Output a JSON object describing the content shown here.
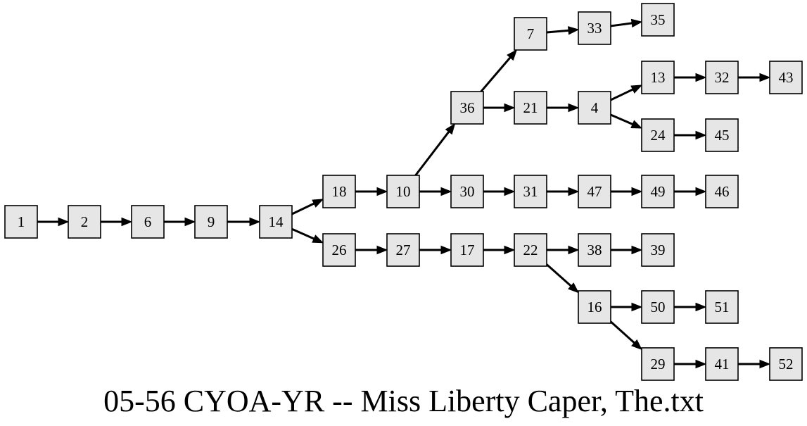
{
  "title": "05-56 CYOA-YR -- Miss Liberty Caper, The.txt",
  "colors": {
    "node_fill": "#e6e6e6",
    "stroke": "#000000",
    "background": "#ffffff"
  },
  "nodes": [
    "1",
    "2",
    "6",
    "9",
    "14",
    "18",
    "26",
    "10",
    "27",
    "36",
    "30",
    "17",
    "7",
    "21",
    "31",
    "22",
    "33",
    "4",
    "47",
    "38",
    "16",
    "35",
    "13",
    "24",
    "49",
    "39",
    "50",
    "29",
    "32",
    "45",
    "46",
    "51",
    "41",
    "43",
    "52"
  ],
  "edges": [
    [
      "1",
      "2"
    ],
    [
      "2",
      "6"
    ],
    [
      "6",
      "9"
    ],
    [
      "9",
      "14"
    ],
    [
      "14",
      "18"
    ],
    [
      "14",
      "26"
    ],
    [
      "18",
      "10"
    ],
    [
      "10",
      "36"
    ],
    [
      "10",
      "30"
    ],
    [
      "36",
      "7"
    ],
    [
      "36",
      "21"
    ],
    [
      "7",
      "33"
    ],
    [
      "33",
      "35"
    ],
    [
      "21",
      "4"
    ],
    [
      "4",
      "13"
    ],
    [
      "4",
      "24"
    ],
    [
      "13",
      "32"
    ],
    [
      "32",
      "43"
    ],
    [
      "24",
      "45"
    ],
    [
      "30",
      "31"
    ],
    [
      "31",
      "47"
    ],
    [
      "47",
      "49"
    ],
    [
      "49",
      "46"
    ],
    [
      "26",
      "27"
    ],
    [
      "27",
      "17"
    ],
    [
      "17",
      "22"
    ],
    [
      "22",
      "38"
    ],
    [
      "38",
      "39"
    ],
    [
      "22",
      "16"
    ],
    [
      "16",
      "50"
    ],
    [
      "50",
      "51"
    ],
    [
      "16",
      "29"
    ],
    [
      "29",
      "41"
    ],
    [
      "41",
      "52"
    ]
  ]
}
